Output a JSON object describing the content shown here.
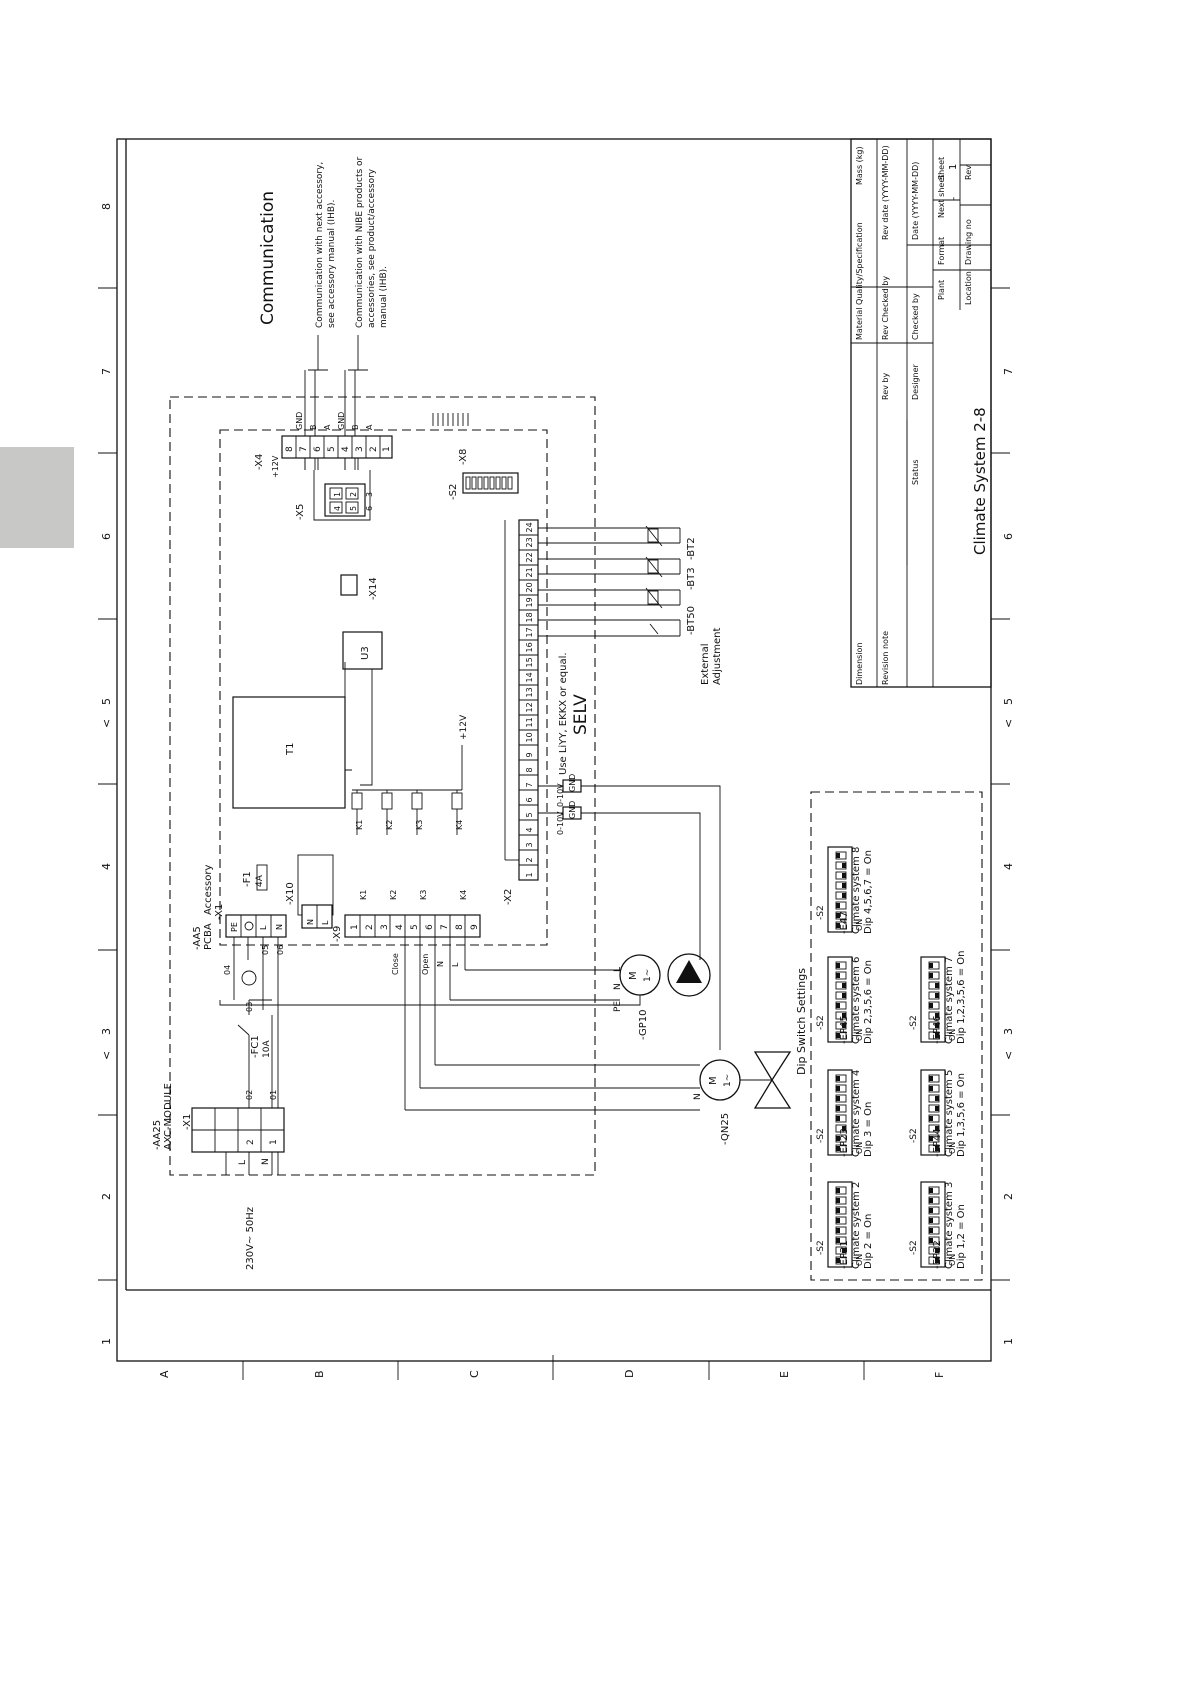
{
  "page": {
    "section_tab_color": "#c8c8c6"
  },
  "border": {
    "column_numbers": [
      "1",
      "2",
      "3",
      "4",
      "5",
      "6",
      "7",
      "8"
    ],
    "row_letters": [
      "A",
      "B",
      "C",
      "D",
      "E",
      "F"
    ],
    "markers": [
      "<",
      "<",
      "<",
      "<"
    ]
  },
  "communication": {
    "heading": "Communication",
    "note1_line1": "Communication with next accessory,",
    "note1_line2": "see accessory manual (IHB).",
    "note2_line1": "Communication with NIBE products or",
    "note2_line2": "accessories, see product/accessory",
    "note2_line3": "manual (IHB)."
  },
  "module": {
    "aa25_line1": "-AA25",
    "aa25_line2": "AXC-MODULE",
    "x1_label": "-X1",
    "supply_label": "230V~ 50Hz",
    "fc1_label": "-FC1",
    "fc1_rating": "10A",
    "aa5_line1": "-AA5",
    "aa5_line2": "PCBA",
    "accessory": "Accessory",
    "aa5_x1": "-X1",
    "f1_label": "-F1",
    "f1_rating": "4A",
    "x10_label": "-X10",
    "x9_label": "-X9",
    "x2_label": "-X2",
    "x4_label": "-X4",
    "x5_label": "-X5",
    "x8_label": "-X8",
    "x14_label": "-X14",
    "s2_label": "-S2",
    "u3_label": "U3",
    "t1_label": "T1",
    "plus12v": "+12V",
    "pe": "PE",
    "l": "L",
    "n": "N",
    "close": "Close",
    "open": "Open",
    "gnd": "GND",
    "zero_ten_v": "0-10V",
    "relays": [
      "K1",
      "K2",
      "K3",
      "K4"
    ],
    "x1_terminals": [
      "1",
      "2"
    ],
    "x9_terminals": [
      "1",
      "2",
      "3",
      "4",
      "5",
      "6",
      "7",
      "8",
      "9"
    ],
    "x2_terminals": [
      "1",
      "2",
      "3",
      "4",
      "5",
      "6",
      "7",
      "8",
      "9",
      "10",
      "11",
      "12",
      "13",
      "14",
      "15",
      "16",
      "17",
      "18",
      "19",
      "20",
      "21",
      "22",
      "23",
      "24"
    ],
    "x4_terminals": [
      "1",
      "2",
      "3",
      "4",
      "5",
      "6",
      "7",
      "8"
    ],
    "x4_signals": [
      "A",
      "B",
      "GND",
      "A",
      "B",
      "GND"
    ],
    "x5_pins": [
      "1",
      "2",
      "3",
      "4",
      "5",
      "6"
    ],
    "wire_numbers": [
      "01",
      "02",
      "03",
      "04",
      "05",
      "06"
    ],
    "cable_note": "Use LiYY, EKKX or equal.",
    "selv": "SELV",
    "bt50": "-BT50",
    "bt3": "-BT3",
    "bt2": "-BT2",
    "external_line1": "External",
    "external_line2": "Adjustment",
    "gp10": "-GP10",
    "qn25": "-QN25",
    "motor_m": "M",
    "motor_phase": "1~",
    "pe_label": "PE"
  },
  "dip": {
    "heading": "Dip Switch Settings",
    "s2": "-S2",
    "on": "ON",
    "items": [
      {
        "tag": "-EP21",
        "system": "Climate system 2",
        "dip": "Dip 2 = On",
        "on": [
          2
        ]
      },
      {
        "tag": "-EP22",
        "system": "Climate system 3",
        "dip": "Dip 1,2 = On",
        "on": [
          1,
          2
        ]
      },
      {
        "tag": "-EP23",
        "system": "Climate system 4",
        "dip": "Dip 3 = On",
        "on": [
          3
        ]
      },
      {
        "tag": "-EP44",
        "system": "Climate system 5",
        "dip": "Dip 1,3,5,6 = On",
        "on": [
          1,
          3,
          5,
          6
        ]
      },
      {
        "tag": "-EP45",
        "system": "Climate system 6",
        "dip": "Dip 2,3,5,6 = On",
        "on": [
          2,
          3,
          5,
          6
        ]
      },
      {
        "tag": "-EP46",
        "system": "Climate system 7",
        "dip": "Dip 1,2,3,5,6 = On",
        "on": [
          1,
          2,
          3,
          5,
          6
        ]
      },
      {
        "tag": "-E47",
        "system": "Climate system 8",
        "dip": "Dip 4,5,6,7 = On",
        "on": [
          4,
          5,
          6,
          7
        ]
      }
    ]
  },
  "title_block": {
    "title": "Climate System 2-8",
    "dimension": "Dimension",
    "revision_note": "Revision note",
    "material": "Material Quality/Specification",
    "mass": "Mass (kg)",
    "rev_by": "Rev by",
    "rev_checked_by": "Rev Checked by",
    "rev_date": "Rev date (YYYY-MM-DD)",
    "designer": "Designer",
    "checked_by": "Checked by",
    "date": "Date (YYYY-MM-DD)",
    "status": "Status",
    "plant": "Plant",
    "format": "Format",
    "next_sheet": "Next sheet",
    "sheet": "Sheet",
    "location": "Location",
    "drawing_no": "Drawing no",
    "rev": "Rev",
    "next_sheet_value": "-",
    "sheet_value": "1"
  }
}
